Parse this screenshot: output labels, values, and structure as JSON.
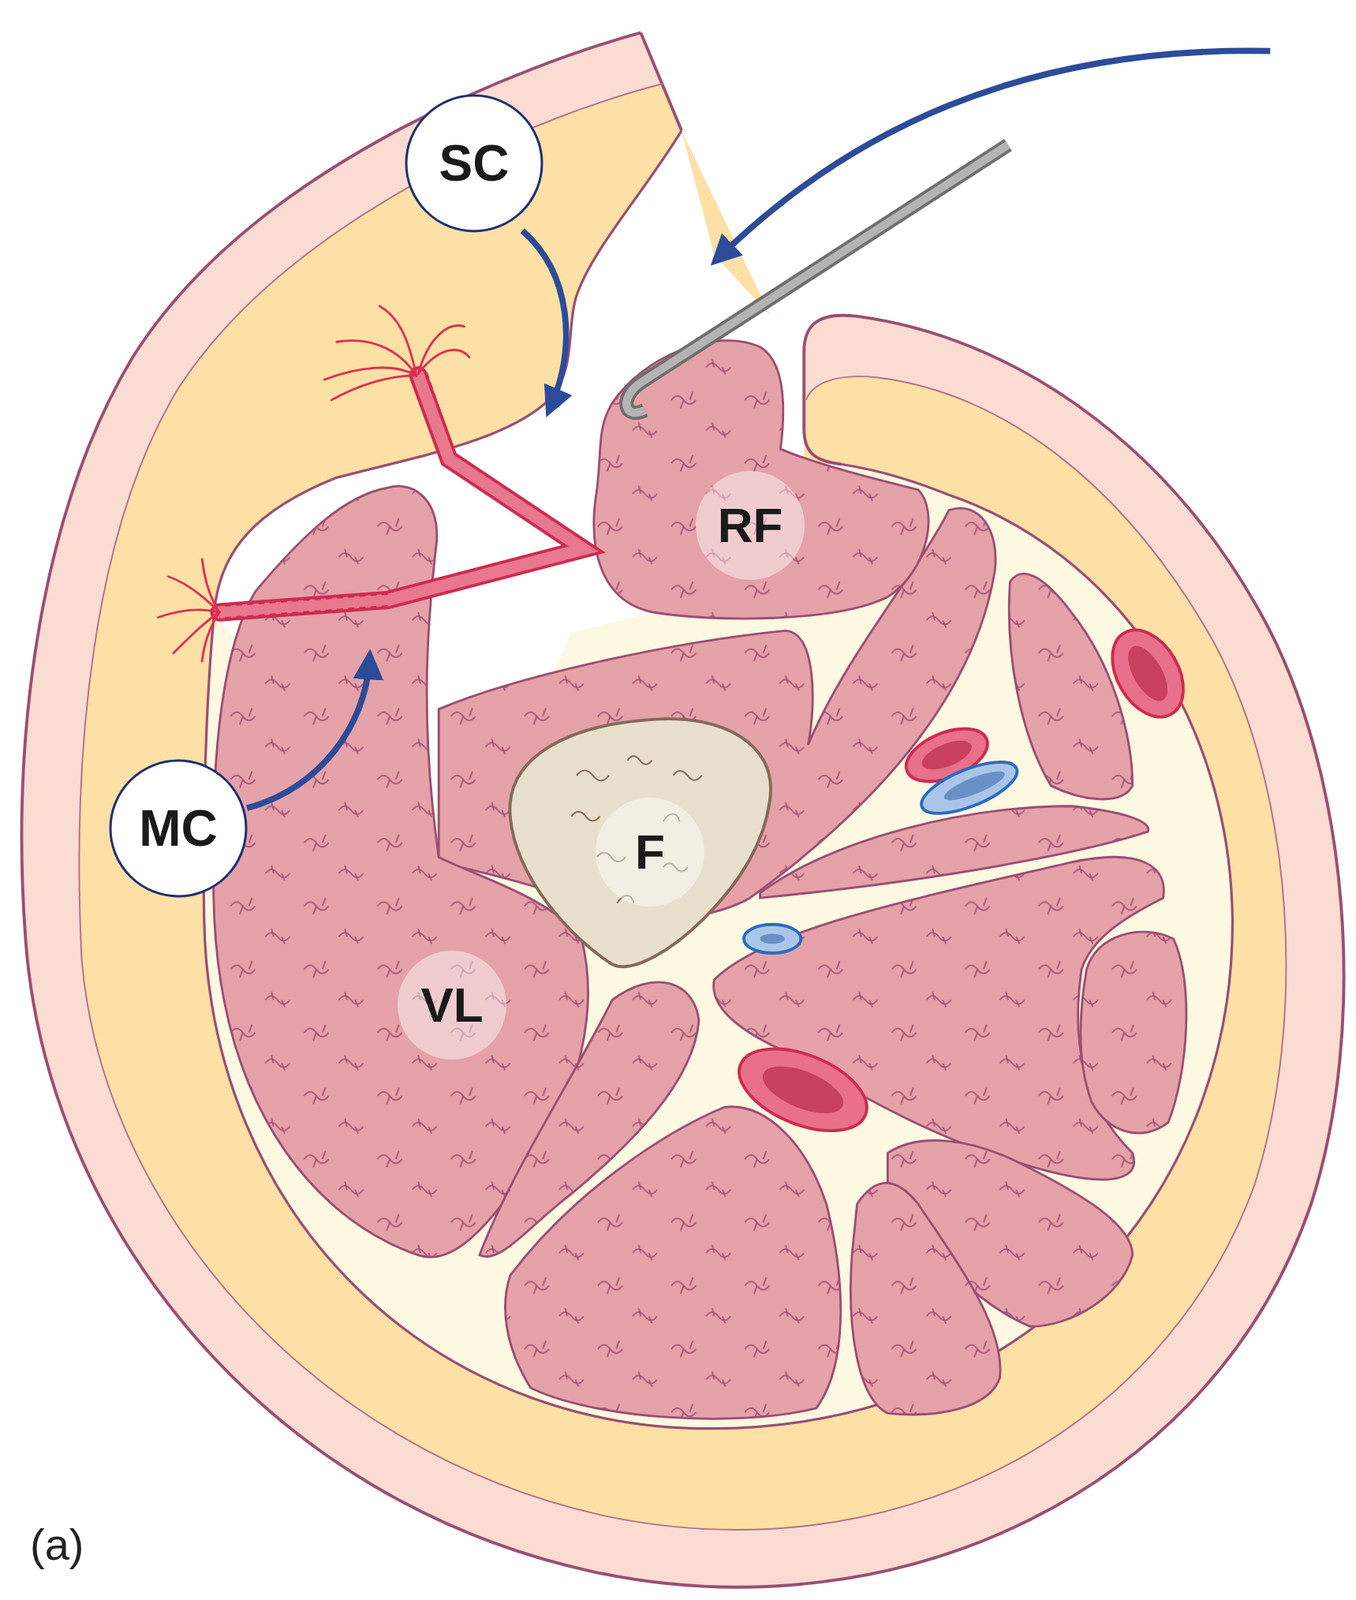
{
  "diagram": {
    "nodes": [
      {
        "text": [
          "SC"
        ]
      },
      {
        "text": [
          "RF"
        ]
      },
      {
        "text": [
          "MC"
        ]
      },
      {
        "text": [
          "F"
        ]
      },
      {
        "text": [
          "VL"
        ]
      }
    ],
    "labels": [
      "(a)"
    ]
  }
}
